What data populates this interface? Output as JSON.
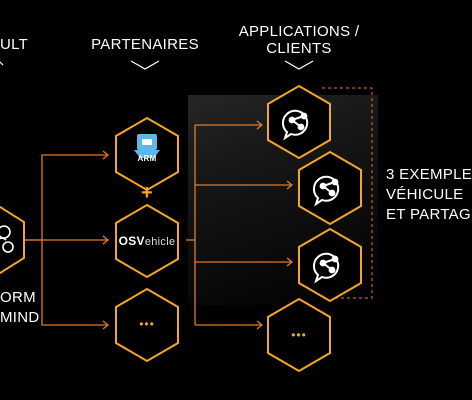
{
  "columns": {
    "left_fragment": "ULT",
    "partners": "PARTENAIRES",
    "apps_line1": "APPLICATIONS /",
    "apps_line2": "CLIENTS"
  },
  "left_node": {
    "label_line1": "ORM",
    "label_line2": "MIND",
    "icon": "brain-gear-icon"
  },
  "partners": [
    {
      "name": "arm-logo",
      "label": "ARM",
      "icon": "arm-chip-icon"
    },
    {
      "name": "osvehicle-logo",
      "label_bold": "OSV",
      "label_light": "ehicle"
    },
    {
      "name": "more-partners",
      "label": "•••"
    }
  ],
  "plus_symbol": "+",
  "apps": [
    {
      "name": "app-1",
      "icon": "share-chat-icon"
    },
    {
      "name": "app-2",
      "icon": "share-chat-icon"
    },
    {
      "name": "app-3",
      "icon": "share-chat-icon"
    },
    {
      "name": "app-more",
      "label": "•••"
    }
  ],
  "examples": {
    "line1": "3 EXEMPLE",
    "line2": "VÉHICULE",
    "line3": "ET PARTAG"
  },
  "colors": {
    "accent": "#F5A623",
    "connector": "#E07A2A",
    "text": "#FFFFFF",
    "background": "#000000"
  }
}
